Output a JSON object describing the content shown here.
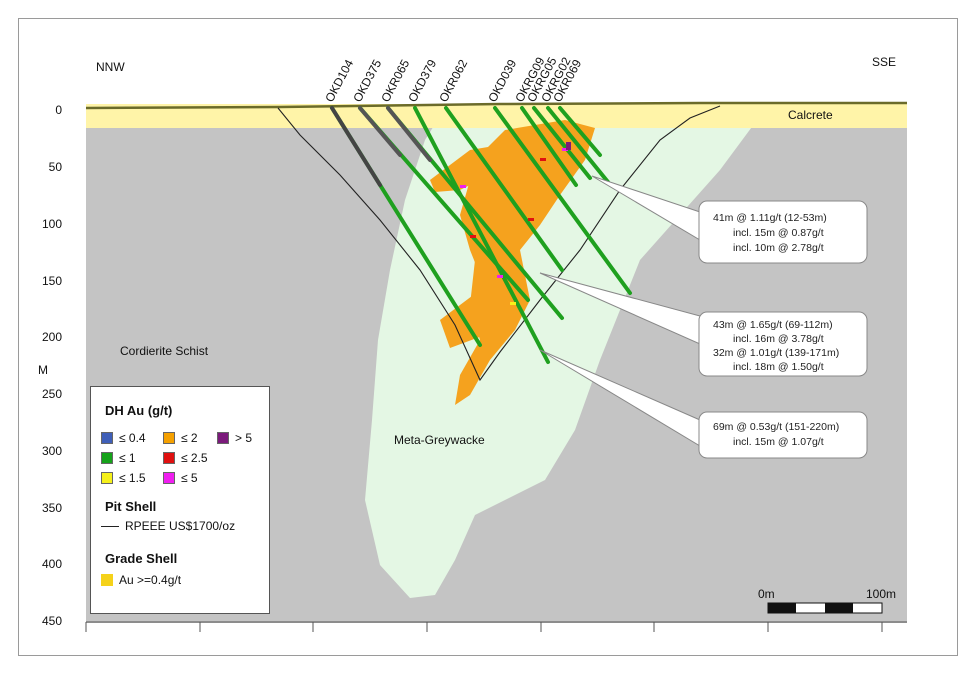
{
  "direction": {
    "left": "NNW",
    "right": "SSE"
  },
  "depth_axis": {
    "unit": "M",
    "ticks": [
      "0",
      "50",
      "100",
      "150",
      "200",
      "250",
      "300",
      "350",
      "400",
      "450"
    ]
  },
  "units": {
    "calcrete": "Calcrete",
    "schist": "Cordierite Schist",
    "greywacke": "Meta-Greywacke"
  },
  "holes": [
    {
      "name": "OKD104"
    },
    {
      "name": "OKD375"
    },
    {
      "name": "OKR065"
    },
    {
      "name": "OKD379"
    },
    {
      "name": "OKR062"
    },
    {
      "name": "OKD039"
    },
    {
      "name": "OKRG09"
    },
    {
      "name": "OKRG05"
    },
    {
      "name": "OKRG02"
    },
    {
      "name": "OKR069"
    }
  ],
  "callouts": [
    {
      "lines": [
        "41m @ 1.11g/t (12-53m)",
        "incl. 15m @ 0.87g/t",
        "incl. 10m @ 2.78g/t"
      ]
    },
    {
      "lines": [
        "43m @ 1.65g/t (69-112m)",
        "incl. 16m @ 3.78g/t",
        "32m @ 1.01g/t (139-171m)",
        "incl. 18m @ 1.50g/t"
      ]
    },
    {
      "lines": [
        "69m @ 0.53g/t (151-220m)",
        "incl. 15m @ 1.07g/t"
      ]
    }
  ],
  "scale_bar": {
    "start": "0m",
    "end": "100m"
  },
  "legend": {
    "dh_title": "DH Au (g/t)",
    "dh_items": [
      {
        "label": "≤ 0.4",
        "color": "#3f5fb8"
      },
      {
        "label": "≤ 2",
        "color": "#f5a000"
      },
      {
        "label": "> 5",
        "color": "#7b1a7b"
      },
      {
        "label": "≤ 1",
        "color": "#16a21a"
      },
      {
        "label": "≤ 2.5",
        "color": "#e01010"
      },
      {
        "label": "≤ 1.5",
        "color": "#f5f01a"
      },
      {
        "label": "≤ 5",
        "color": "#f01ef0"
      }
    ],
    "pit_title": "Pit Shell",
    "pit_item": "RPEEE US$1700/oz",
    "grade_title": "Grade Shell",
    "grade_item": "Au >=0.4g/t",
    "grade_color": "#f5d21a"
  },
  "colors": {
    "schist": "#c4c4c4",
    "greywacke": "#e4f7e4",
    "calcrete": "#fff4a8",
    "orebody": "#f5a21e",
    "hole": "#1fa01f"
  }
}
